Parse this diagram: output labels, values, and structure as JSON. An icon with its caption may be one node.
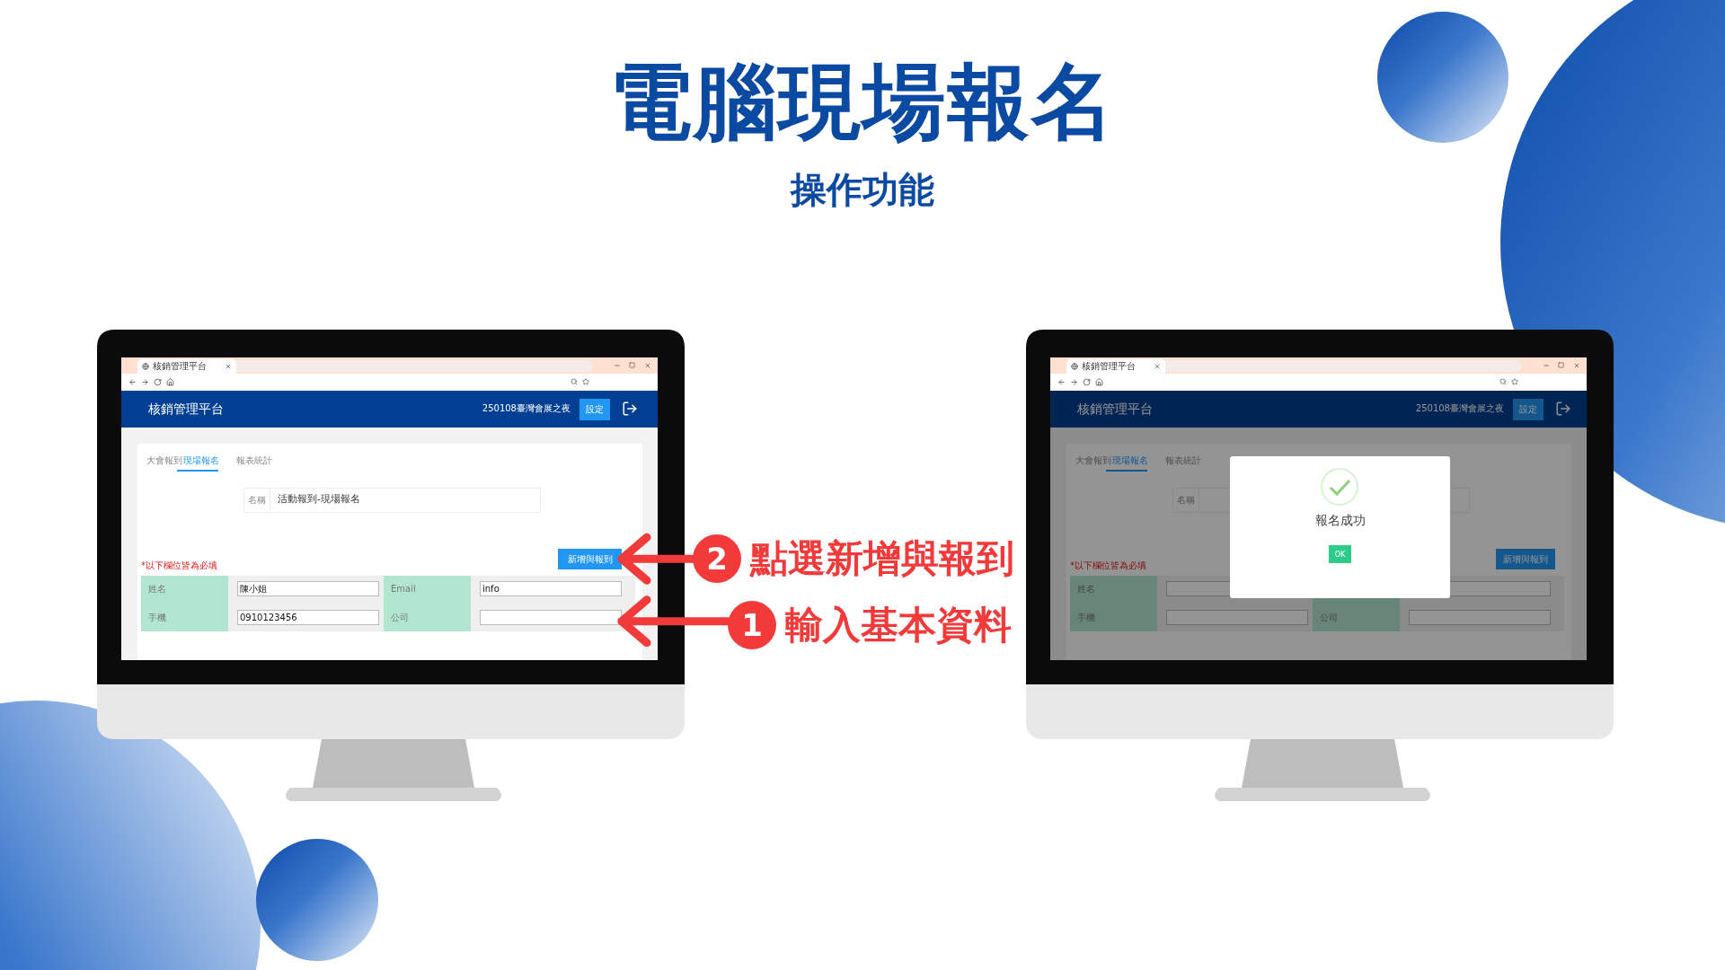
{
  "diagram": {
    "title": "電腦現場報名",
    "nodes": [
      {
        "text": [
          "新增與報到"
        ]
      },
      {
        "text": [],
        "shape": "box"
      },
      {
        "text": [
          "2",
          "點選新增與報到"
        ]
      },
      {
        "text": [
          "1",
          "輸入基本資料"
        ]
      },
      {
        "text": [
          "新增與報到"
        ]
      }
    ],
    "edges": [
      {
        "from": 2,
        "to": 0,
        "arrow": "to"
      },
      {
        "from": 3,
        "to": 1,
        "arrow": "to"
      }
    ],
    "labels": [
      "操作功能",
      "核銷管理平台",
      "核銷管理平台",
      "250108臺灣會展之夜",
      "設定",
      "大會報到",
      "現場報名",
      "報表統計",
      "名稱",
      "活動報到-現場報名",
      "*以下欄位皆為必填",
      "姓名",
      "陳小姐",
      "Email",
      "info",
      "手機",
      "0910123456",
      "公司",
      "核銷管理平台",
      "核銷管理平台",
      "250108臺灣會展之夜",
      "設定",
      "大會報到",
      "現場報名",
      "報表統計",
      "名稱",
      "*以下欄位皆為必填",
      "姓名",
      "手機",
      "公司",
      "報名成功",
      "OK"
    ]
  }
}
